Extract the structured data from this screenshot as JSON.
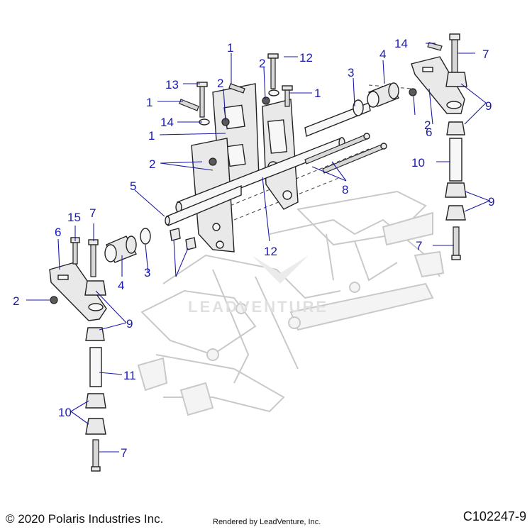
{
  "footer": {
    "copyright": "© 2020 Polaris Industries Inc.",
    "rendered_by": "Rendered by LeadVenture, Inc.",
    "diagram_id": "C102247-9"
  },
  "watermark": "LEADVENTURE",
  "callouts": [
    "1",
    "1",
    "1",
    "1",
    "2",
    "2",
    "2",
    "2",
    "2",
    "3",
    "3",
    "4",
    "4",
    "5",
    "6",
    "6",
    "7",
    "7",
    "7",
    "7",
    "8",
    "9",
    "9",
    "9",
    "10",
    "10",
    "11",
    "12",
    "12",
    "13",
    "14",
    "14",
    "15"
  ],
  "colors": {
    "callout": "#1a1ab0",
    "ghost": "#c9c9c9",
    "line": "#222222"
  }
}
